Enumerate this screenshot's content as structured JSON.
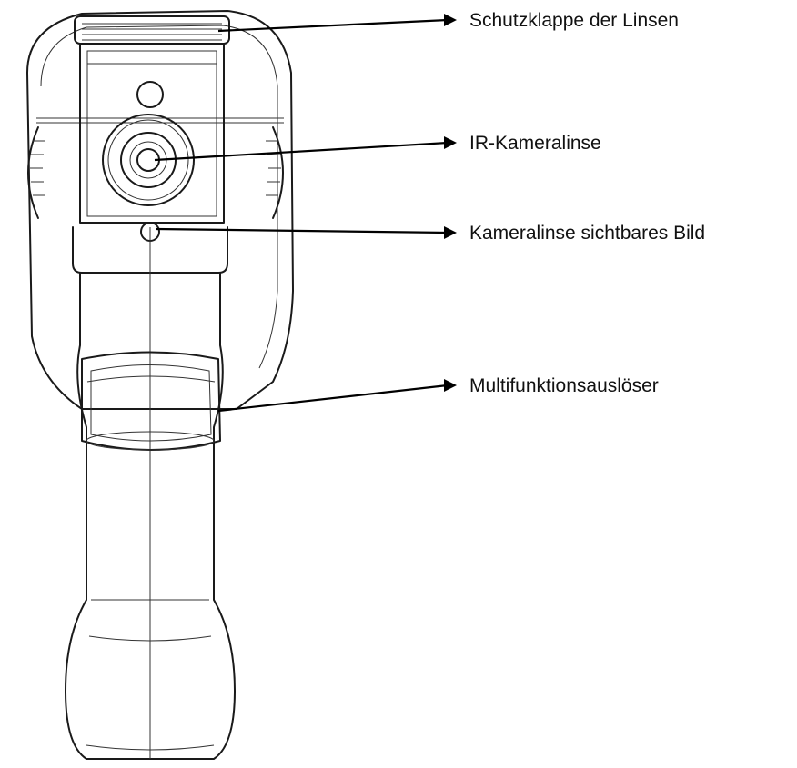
{
  "callouts": [
    {
      "id": "lens-cover",
      "label": "Schutzklappe der Linsen"
    },
    {
      "id": "ir-lens",
      "label": "IR-Kameralinse"
    },
    {
      "id": "visual-lens",
      "label": "Kameralinse sichtbares Bild"
    },
    {
      "id": "trigger",
      "label": "Multifunktionsauslöser"
    }
  ],
  "colors": {
    "ink": "#1a1a1a",
    "background": "#ffffff"
  }
}
